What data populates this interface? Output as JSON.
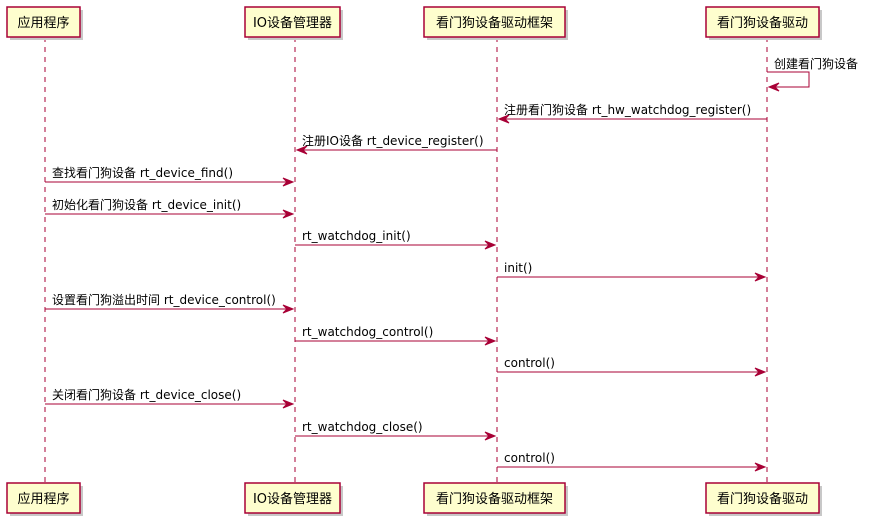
{
  "colors": {
    "participant_fill": "#FEFECE",
    "participant_border": "#A80036",
    "arrow": "#A80036",
    "lifeline": "#A80036",
    "shadow": "#C8C8C8"
  },
  "participants": [
    {
      "id": "app",
      "label": "应用程序"
    },
    {
      "id": "io",
      "label": "IO设备管理器"
    },
    {
      "id": "wdf",
      "label": "看门狗设备驱动框架"
    },
    {
      "id": "wdd",
      "label": "看门狗设备驱动"
    }
  ],
  "messages": [
    {
      "from": 3,
      "to": 3,
      "label": "创建看门狗设备"
    },
    {
      "from": 3,
      "to": 2,
      "label": "注册看门狗设备 rt_hw_watchdog_register()"
    },
    {
      "from": 2,
      "to": 1,
      "label": "注册IO设备 rt_device_register()"
    },
    {
      "from": 0,
      "to": 1,
      "label": "查找看门狗设备 rt_device_find()"
    },
    {
      "from": 0,
      "to": 1,
      "label": "初始化看门狗设备 rt_device_init()"
    },
    {
      "from": 1,
      "to": 2,
      "label": "rt_watchdog_init()"
    },
    {
      "from": 2,
      "to": 3,
      "label": "init()"
    },
    {
      "from": 0,
      "to": 1,
      "label": "设置看门狗溢出时间 rt_device_control()"
    },
    {
      "from": 1,
      "to": 2,
      "label": "rt_watchdog_control()"
    },
    {
      "from": 2,
      "to": 3,
      "label": "control()"
    },
    {
      "from": 0,
      "to": 1,
      "label": "关闭看门狗设备 rt_device_close()"
    },
    {
      "from": 1,
      "to": 2,
      "label": "rt_watchdog_close()"
    },
    {
      "from": 2,
      "to": 3,
      "label": "control()"
    }
  ]
}
